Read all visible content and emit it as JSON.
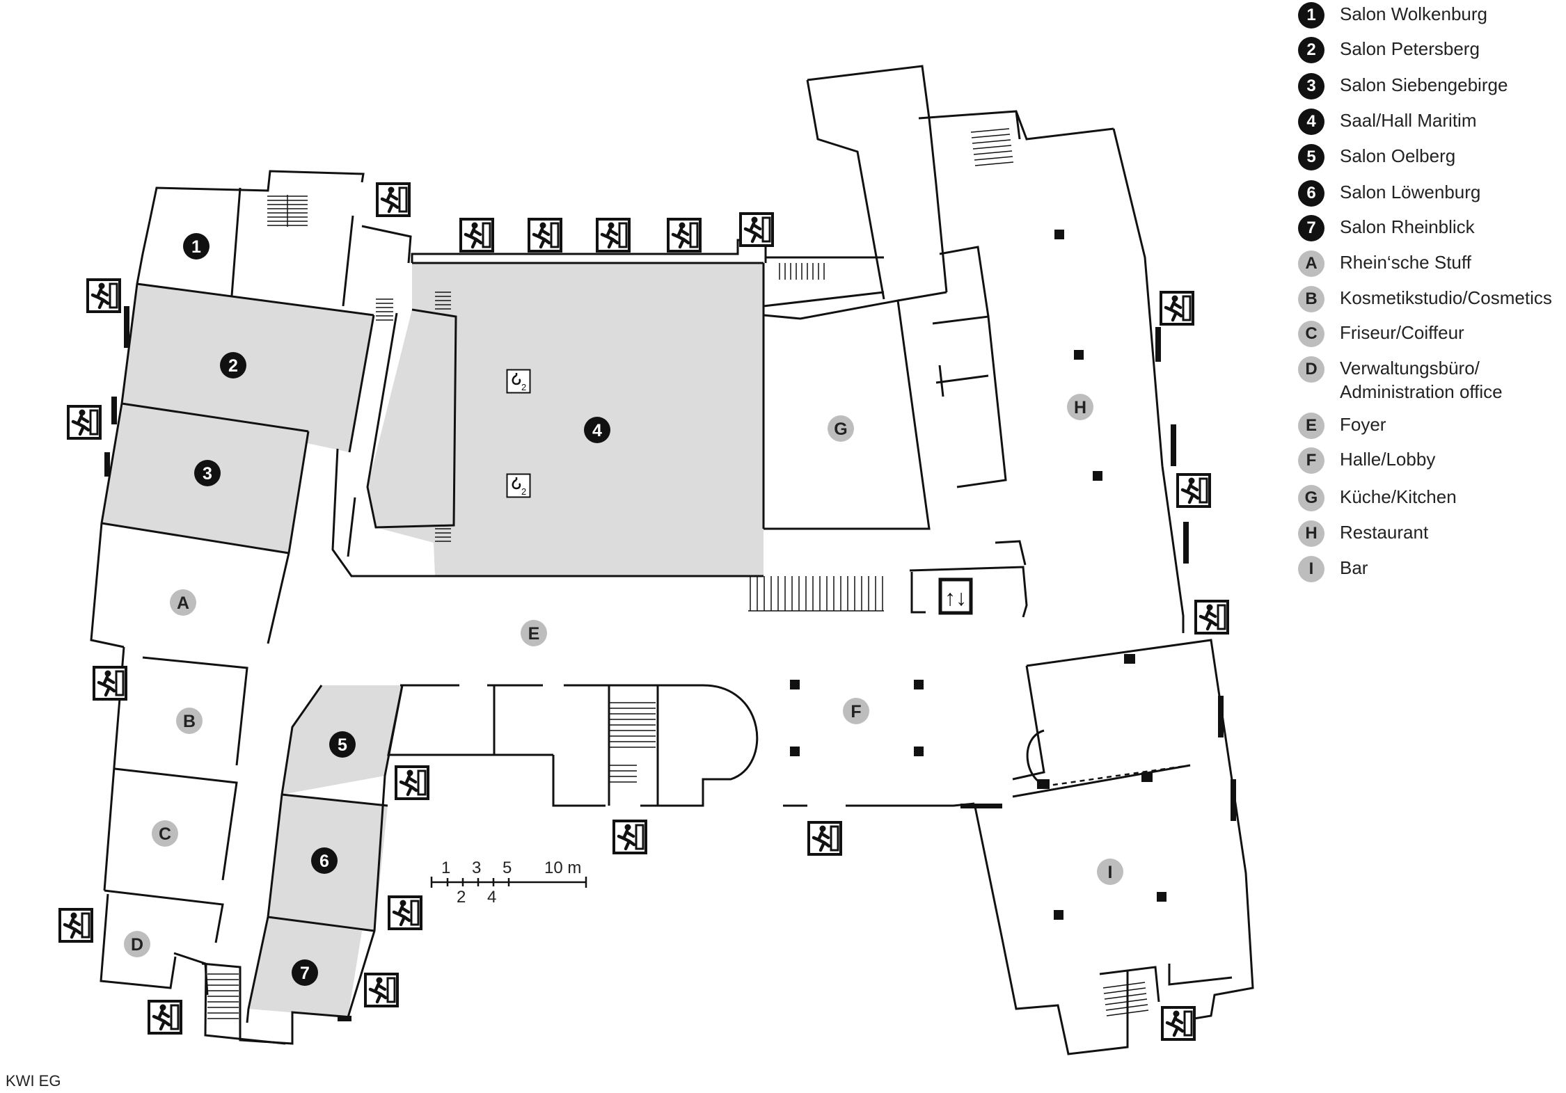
{
  "map": {
    "caption": "KWI EG",
    "room_markers": [
      {
        "id": "1",
        "kind": "room"
      },
      {
        "id": "2",
        "kind": "room"
      },
      {
        "id": "3",
        "kind": "room"
      },
      {
        "id": "4",
        "kind": "room"
      },
      {
        "id": "5",
        "kind": "room"
      },
      {
        "id": "6",
        "kind": "room"
      },
      {
        "id": "7",
        "kind": "room"
      },
      {
        "id": "A",
        "kind": "area"
      },
      {
        "id": "B",
        "kind": "area"
      },
      {
        "id": "C",
        "kind": "area"
      },
      {
        "id": "D",
        "kind": "area"
      },
      {
        "id": "E",
        "kind": "area"
      },
      {
        "id": "F",
        "kind": "area"
      },
      {
        "id": "G",
        "kind": "area"
      },
      {
        "id": "H",
        "kind": "area"
      },
      {
        "id": "I",
        "kind": "area"
      }
    ],
    "scale_bar": {
      "top_labels": [
        "1",
        "3",
        "5",
        "10 m"
      ],
      "bottom_labels": [
        "2",
        "4"
      ]
    },
    "lift_symbol": "↑↓",
    "icons": [
      "emergency-exit-icon",
      "crane-hook-icon",
      "elevator-icon",
      "staircase"
    ],
    "colors": {
      "event_room_fill": "#dcdcdc",
      "room_marker": "#111111",
      "area_marker": "#bdbdbd",
      "wall": "#111111"
    }
  },
  "legend": {
    "items": [
      {
        "marker": "1",
        "kind": "room",
        "label": "Salon Wolkenburg"
      },
      {
        "marker": "2",
        "kind": "room",
        "label": "Salon Petersberg"
      },
      {
        "marker": "3",
        "kind": "room",
        "label": "Salon Siebengebirge"
      },
      {
        "marker": "4",
        "kind": "room",
        "label": "Saal/Hall Maritim"
      },
      {
        "marker": "5",
        "kind": "room",
        "label": "Salon Oelberg"
      },
      {
        "marker": "6",
        "kind": "room",
        "label": "Salon Löwenburg"
      },
      {
        "marker": "7",
        "kind": "room",
        "label": "Salon Rheinblick"
      },
      {
        "marker": "A",
        "kind": "area",
        "label": "Rhein‘sche Stuff"
      },
      {
        "marker": "B",
        "kind": "area",
        "label": "Kosmetikstudio/Cosmetics"
      },
      {
        "marker": "C",
        "kind": "area",
        "label": "Friseur/Coiffeur"
      },
      {
        "marker": "D",
        "kind": "area",
        "label": "Verwaltungsbüro/\nAdministration office"
      },
      {
        "marker": "E",
        "kind": "area",
        "label": "Foyer"
      },
      {
        "marker": "F",
        "kind": "area",
        "label": "Halle/Lobby"
      },
      {
        "marker": "G",
        "kind": "area",
        "label": "Küche/Kitchen"
      },
      {
        "marker": "H",
        "kind": "area",
        "label": "Restaurant"
      },
      {
        "marker": "I",
        "kind": "area",
        "label": "Bar"
      }
    ]
  }
}
